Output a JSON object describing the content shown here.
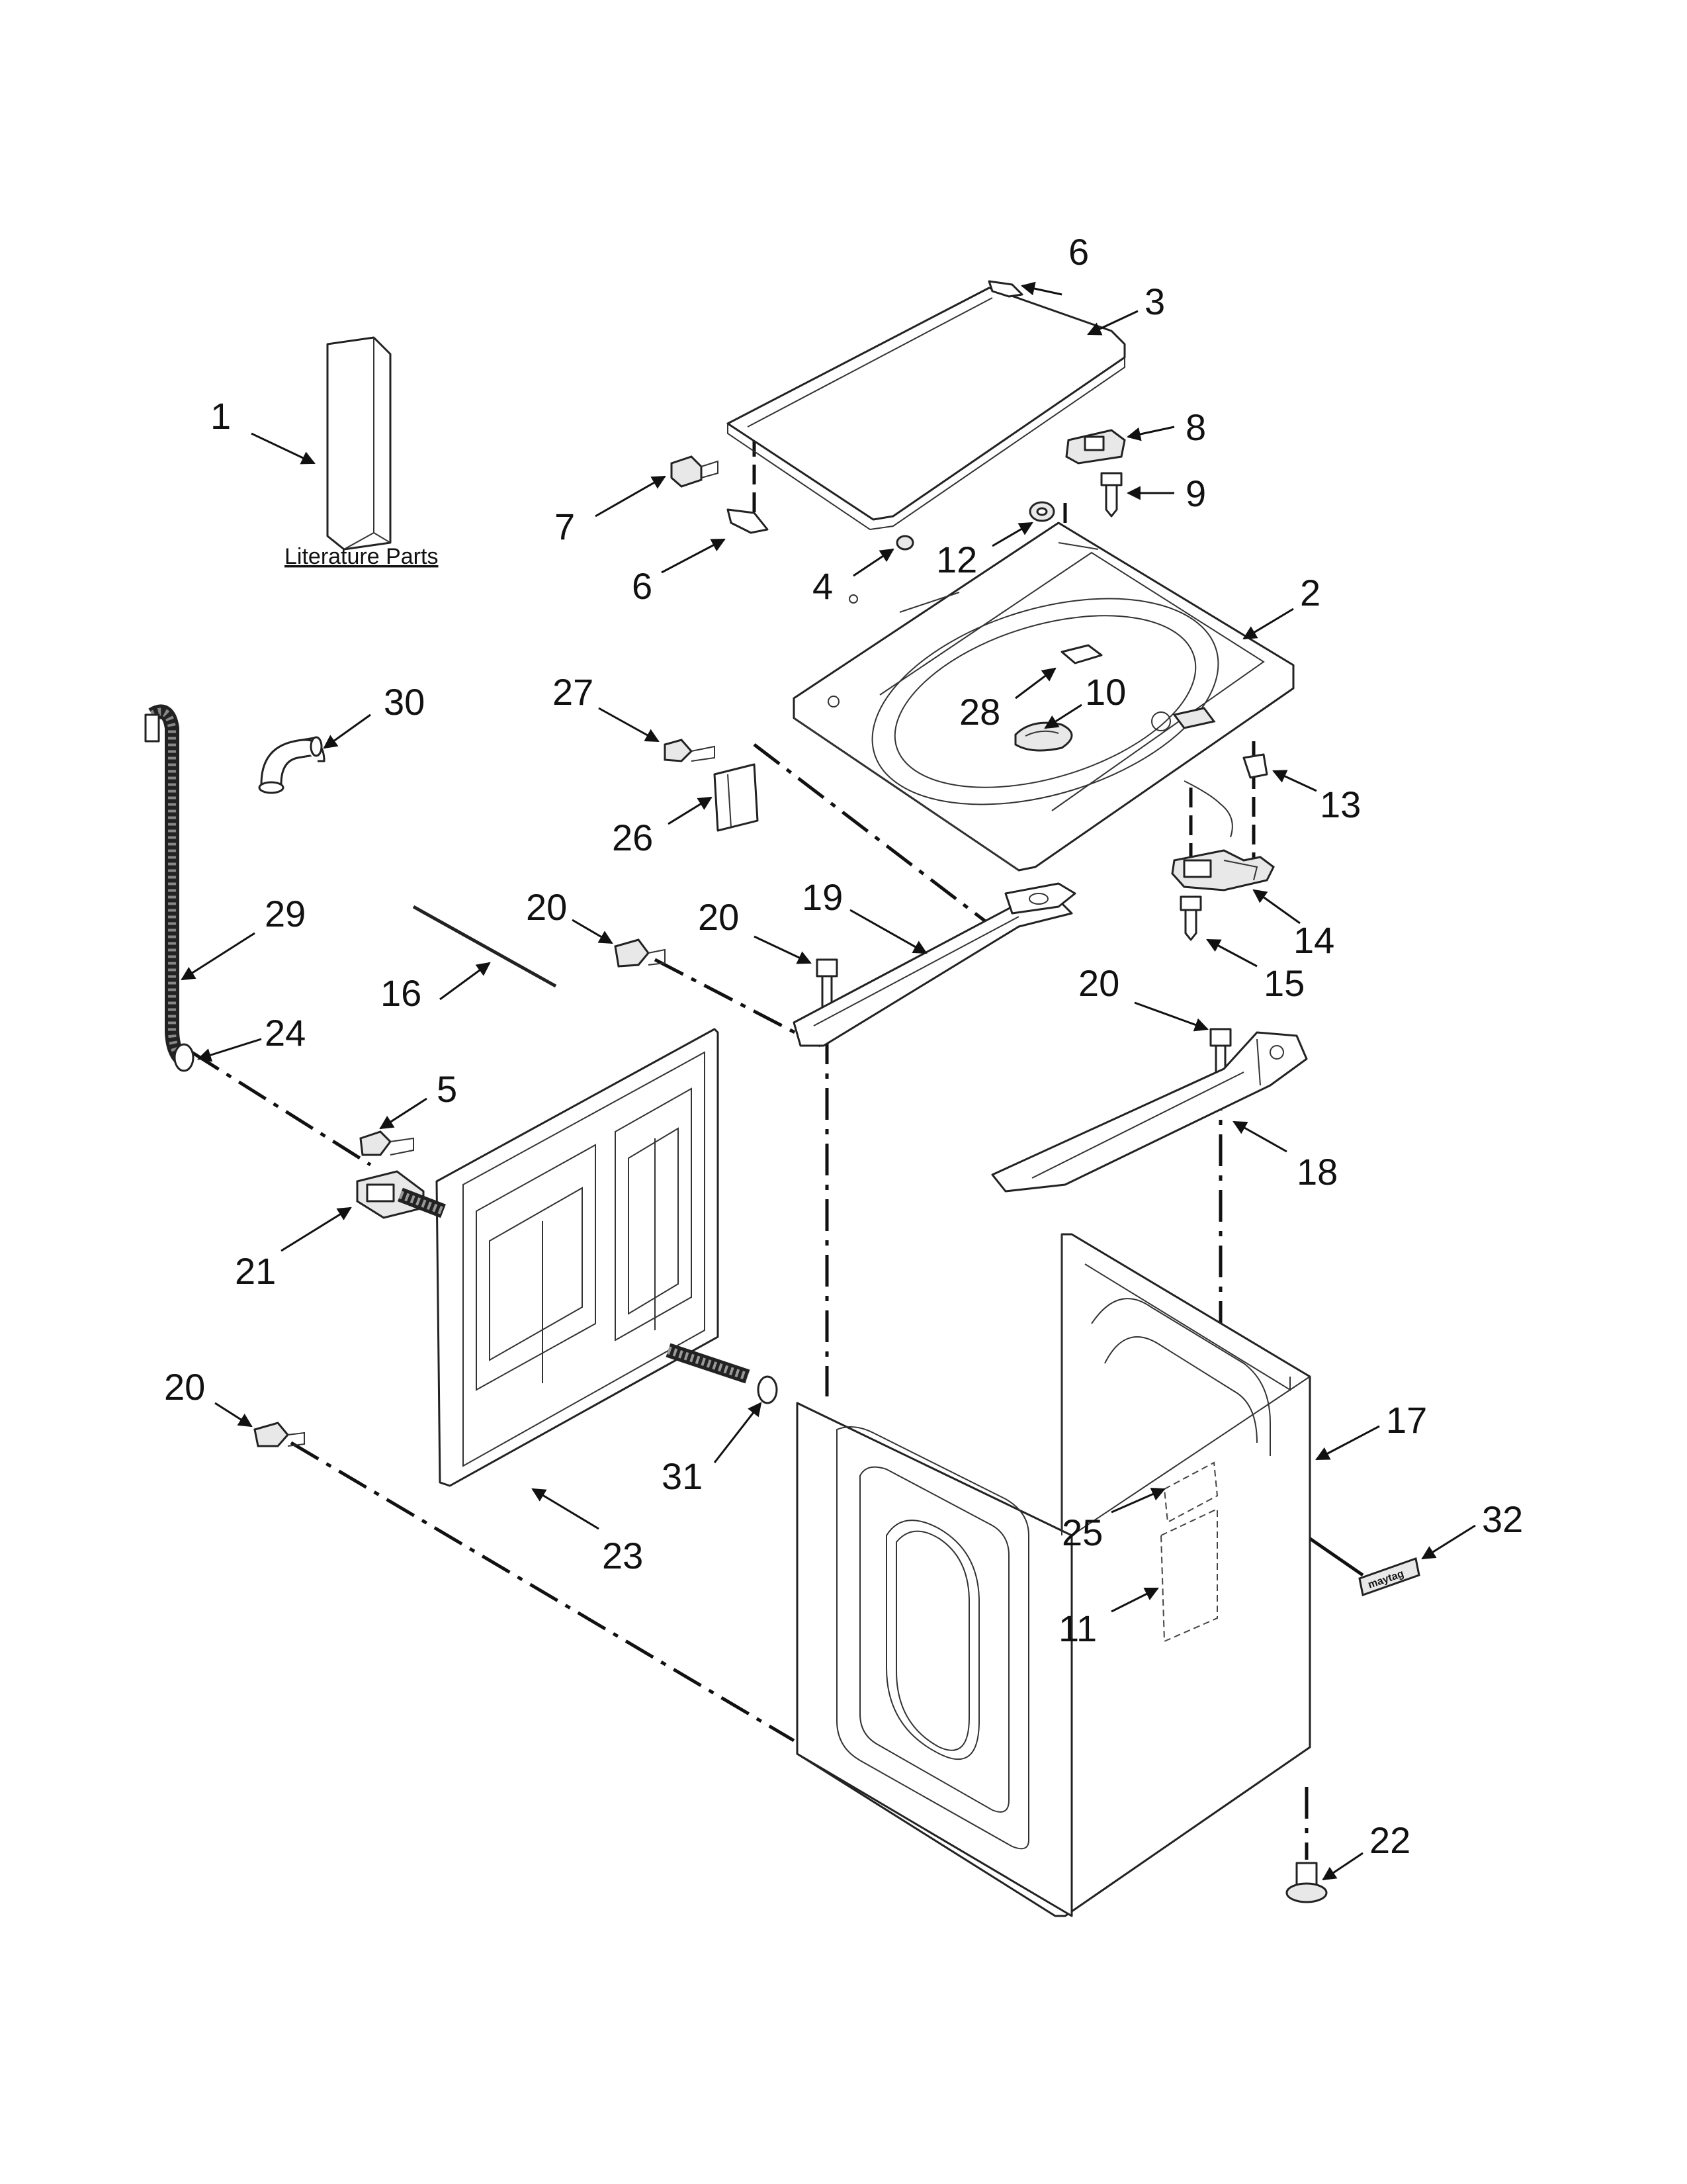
{
  "literature_label": "Literature Parts",
  "callouts": [
    {
      "id": "c1",
      "text": "1"
    },
    {
      "id": "c2",
      "text": "2"
    },
    {
      "id": "c3",
      "text": "3"
    },
    {
      "id": "c4",
      "text": "4"
    },
    {
      "id": "c5",
      "text": "5"
    },
    {
      "id": "c6a",
      "text": "6"
    },
    {
      "id": "c6b",
      "text": "6"
    },
    {
      "id": "c7",
      "text": "7"
    },
    {
      "id": "c8",
      "text": "8"
    },
    {
      "id": "c9",
      "text": "9"
    },
    {
      "id": "c10",
      "text": "10"
    },
    {
      "id": "c11",
      "text": "11"
    },
    {
      "id": "c12",
      "text": "12"
    },
    {
      "id": "c13",
      "text": "13"
    },
    {
      "id": "c14",
      "text": "14"
    },
    {
      "id": "c15",
      "text": "15"
    },
    {
      "id": "c16",
      "text": "16"
    },
    {
      "id": "c17",
      "text": "17"
    },
    {
      "id": "c18",
      "text": "18"
    },
    {
      "id": "c19",
      "text": "19"
    },
    {
      "id": "c20a",
      "text": "20"
    },
    {
      "id": "c20b",
      "text": "20"
    },
    {
      "id": "c20c",
      "text": "20"
    },
    {
      "id": "c20d",
      "text": "20"
    },
    {
      "id": "c21",
      "text": "21"
    },
    {
      "id": "c22",
      "text": "22"
    },
    {
      "id": "c23",
      "text": "23"
    },
    {
      "id": "c24",
      "text": "24"
    },
    {
      "id": "c25",
      "text": "25"
    },
    {
      "id": "c26",
      "text": "26"
    },
    {
      "id": "c27",
      "text": "27"
    },
    {
      "id": "c28",
      "text": "28"
    },
    {
      "id": "c29",
      "text": "29"
    },
    {
      "id": "c30",
      "text": "30"
    },
    {
      "id": "c31",
      "text": "31"
    },
    {
      "id": "c32",
      "text": "32"
    }
  ],
  "badge_text": "maytag"
}
